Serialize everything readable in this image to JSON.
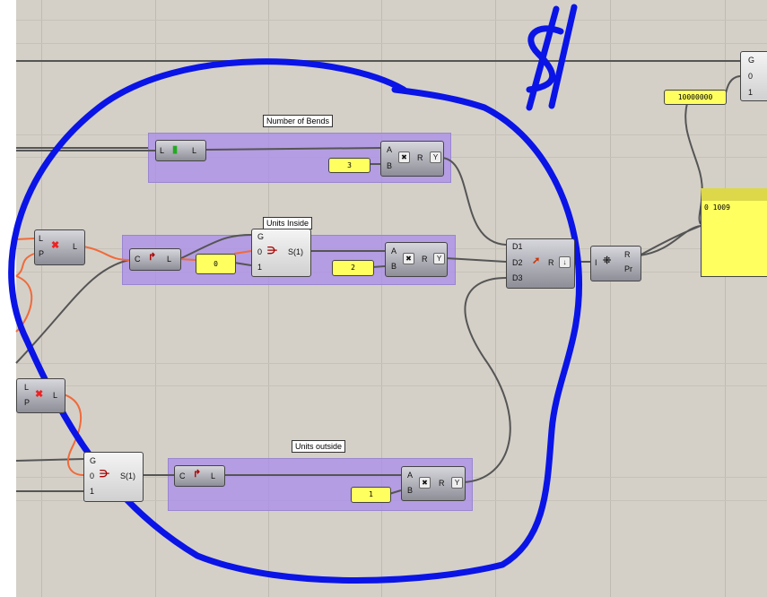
{
  "groups": {
    "bends": "Number of Bends",
    "inside": "Units Inside",
    "outside": "Units outside"
  },
  "panels": {
    "big_number": "10000000",
    "bends_factor": "3",
    "inside_index": "0",
    "inside_factor": "2",
    "outside_factor": "1",
    "output": "0 1009"
  },
  "params": {
    "L": "L",
    "P": "P",
    "C": "C",
    "A": "A",
    "B": "B",
    "R": "R",
    "G": "G",
    "zero": "0",
    "one": "1",
    "S": "S(1)",
    "D1": "D1",
    "D2": "D2",
    "D3": "D3",
    "I": "I",
    "Pr": "Pr"
  },
  "annotation": {
    "color": "#0a14e6"
  },
  "wire_colors": {
    "normal": "#555555",
    "selected": "#f06a3a"
  }
}
